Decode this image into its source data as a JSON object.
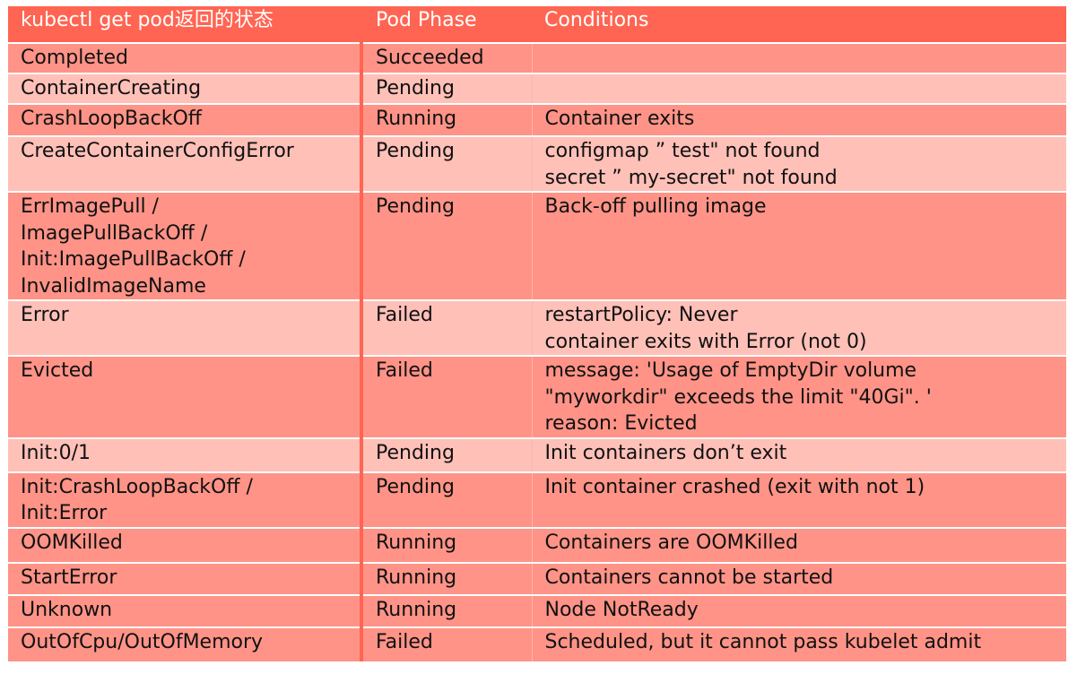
{
  "table": {
    "headers": [
      "kubectl get pod返回的状态",
      "Pod Phase",
      "Conditions"
    ],
    "rows": [
      {
        "status": [
          "Completed"
        ],
        "phase": "Succeeded",
        "conditions": []
      },
      {
        "status": [
          "ContainerCreating"
        ],
        "phase": "Pending",
        "conditions": []
      },
      {
        "status": [
          "CrashLoopBackOff"
        ],
        "phase": "Running",
        "conditions": [
          "Container exits"
        ]
      },
      {
        "status": [
          "CreateContainerConfigError"
        ],
        "phase": "Pending",
        "conditions": [
          "configmap ” test\" not found",
          "secret ” my-secret\" not found"
        ]
      },
      {
        "status": [
          "ErrImagePull /",
          "ImagePullBackOff /",
          "Init:ImagePullBackOff /",
          "InvalidImageName"
        ],
        "phase": "Pending",
        "conditions": [
          "Back-off pulling image"
        ]
      },
      {
        "status": [
          "Error"
        ],
        "phase": "Failed",
        "conditions": [
          "restartPolicy: Never",
          "container exits with Error (not 0)"
        ]
      },
      {
        "status": [
          "Evicted"
        ],
        "phase": "Failed",
        "conditions": [
          "message: 'Usage of EmptyDir volume",
          "\"myworkdir\" exceeds the limit \"40Gi\". '",
          "reason: Evicted"
        ]
      },
      {
        "status": [
          "Init:0/1"
        ],
        "phase": "Pending",
        "conditions": [
          "Init containers don’t exit"
        ]
      },
      {
        "status": [
          "Init:CrashLoopBackOff /",
          "Init:Error"
        ],
        "phase": "Pending",
        "conditions": [
          "Init container crashed (exit with not 1)"
        ]
      },
      {
        "status": [
          "OOMKilled"
        ],
        "phase": "Running",
        "conditions": [
          "Containers are OOMKilled"
        ]
      },
      {
        "status": [
          "StartError"
        ],
        "phase": "Running",
        "conditions": [
          "Containers cannot be started"
        ]
      },
      {
        "status": [
          "Unknown"
        ],
        "phase": "Running",
        "conditions": [
          "Node NotReady"
        ]
      },
      {
        "status": [
          "OutOfCpu/OutOfMemory"
        ],
        "phase": "Failed",
        "conditions": [
          "Scheduled, but it cannot pass kubelet admit"
        ]
      }
    ]
  },
  "colors": {
    "header": "#ff6552",
    "row_dark": "#ff9387",
    "row_light": "#ffc0b8"
  }
}
